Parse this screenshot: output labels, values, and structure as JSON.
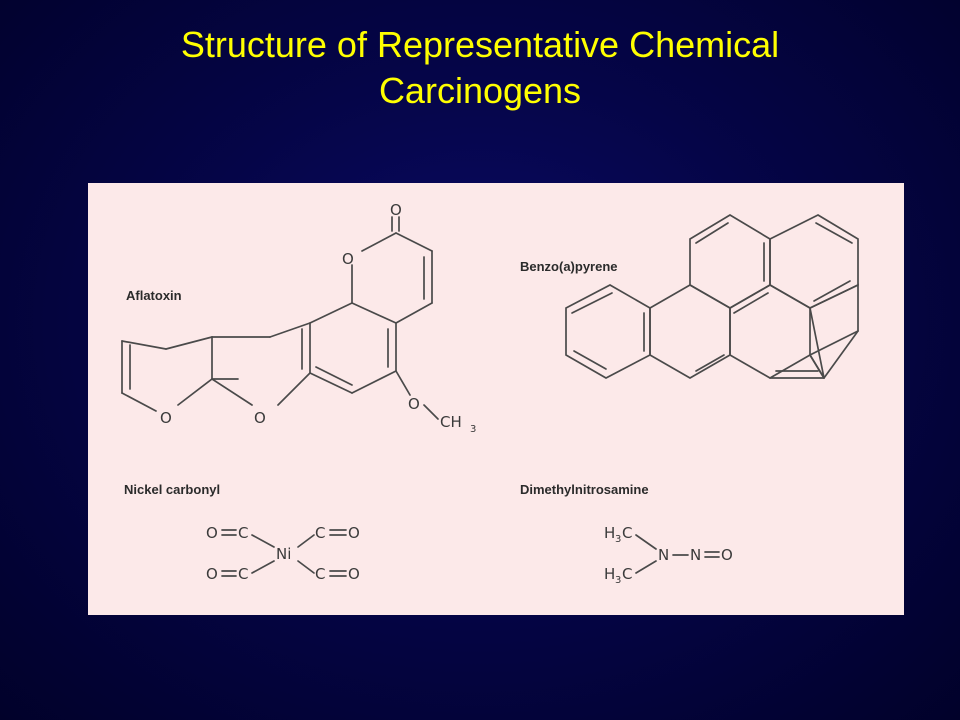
{
  "slide": {
    "title_line1": "Structure of Representative Chemical",
    "title_line2": "Carcinogens"
  },
  "colors": {
    "background": "#050548",
    "title": "#ffff00",
    "panel": "#fce9e9",
    "ink": "#3a3a3a"
  },
  "molecules": {
    "aflatoxin": {
      "label": "Aflatoxin",
      "atoms": {
        "carbonyl_o": "O",
        "ring_o": "O",
        "furan_o1": "O",
        "furan_o2": "O",
        "methoxy_o": "O",
        "methyl": "CH",
        "methyl_sub": "3"
      }
    },
    "benzopyrene": {
      "label": "Benzo(a)pyrene"
    },
    "nickel_carbonyl": {
      "label": "Nickel carbonyl",
      "atoms": {
        "center": "Ni",
        "o_left_top": "O",
        "c_left_top": "C",
        "o_left_bottom": "O",
        "c_left_bottom": "C",
        "c_right_top": "C",
        "o_right_top": "O",
        "c_right_bottom": "C",
        "o_right_bottom": "O"
      }
    },
    "dimethylnitrosamine": {
      "label": "Dimethylnitrosamine",
      "atoms": {
        "h_top": "H",
        "h_top_sub": "3",
        "c_top": "C",
        "h_bottom": "H",
        "h_bottom_sub": "3",
        "c_bottom": "C",
        "n1": "N",
        "n2": "N",
        "o": "O"
      }
    }
  }
}
